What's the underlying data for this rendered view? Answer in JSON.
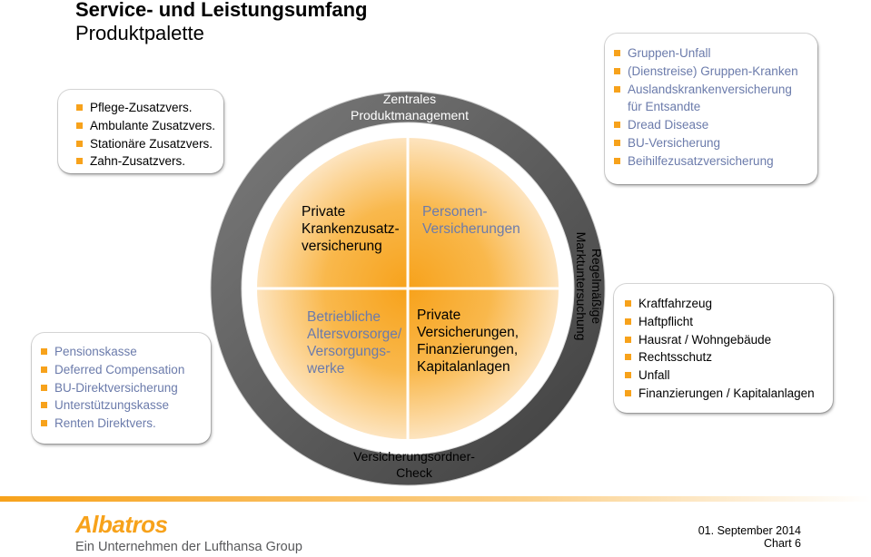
{
  "header": {
    "title": "Service- und Leistungsumfang",
    "subtitle": "Produktpalette"
  },
  "boxes": {
    "top_left": [
      "Pflege-Zusatzvers.",
      "Ambulante Zusatzvers.",
      "Stationäre Zusatzvers.",
      "Zahn-Zusatzvers."
    ],
    "top_right": [
      "Gruppen-Unfall",
      "(Dienstreise) Gruppen-Kranken",
      "Auslandskrankenversicherung",
      "für Entsandte",
      "Dread Disease",
      "BU-Versicherung",
      "Beihilfezusatzversicherung"
    ],
    "left": [
      "Pensionskasse",
      "Deferred Compensation",
      "BU-Direktversicherung",
      "Unterstützungskasse",
      "Renten Direktvers."
    ],
    "right": [
      "Kraftfahrzeug",
      "Haftpflicht",
      "Hausrat / Wohngebäude",
      "Rechtsschutz",
      "Unfall",
      "Finanzierungen / Kapitalanlagen"
    ]
  },
  "ring": {
    "top": [
      "Zentrales",
      "Produktmanagement"
    ],
    "right": [
      "Regelmäßige",
      "Marktuntersuchung"
    ],
    "bottom": [
      "Versicherungsordner-",
      "Check"
    ]
  },
  "quadrants": {
    "top_left": [
      "Private",
      "Krankenzusatz-",
      "versicherung"
    ],
    "top_right": [
      "Personen-",
      "Versicherungen"
    ],
    "bottom_left": [
      "Betriebliche",
      "Altersvorsorge/",
      "Versorgungs-",
      "werke"
    ],
    "bottom_right": [
      "Private",
      "Versicherungen,",
      "Finanzierungen,",
      "Kapitalanlagen"
    ]
  },
  "footer": {
    "brand": "Albatros",
    "tagline": "Ein Unternehmen der Lufthansa Group",
    "date": "01. September 2014",
    "chart": "Chart 6"
  },
  "colors": {
    "accent": "#f7a21b",
    "ring": "#595959",
    "circle_center": "#f7a21b",
    "circle_edge": "#fde4bf",
    "blue_text": "#6b7bab"
  }
}
